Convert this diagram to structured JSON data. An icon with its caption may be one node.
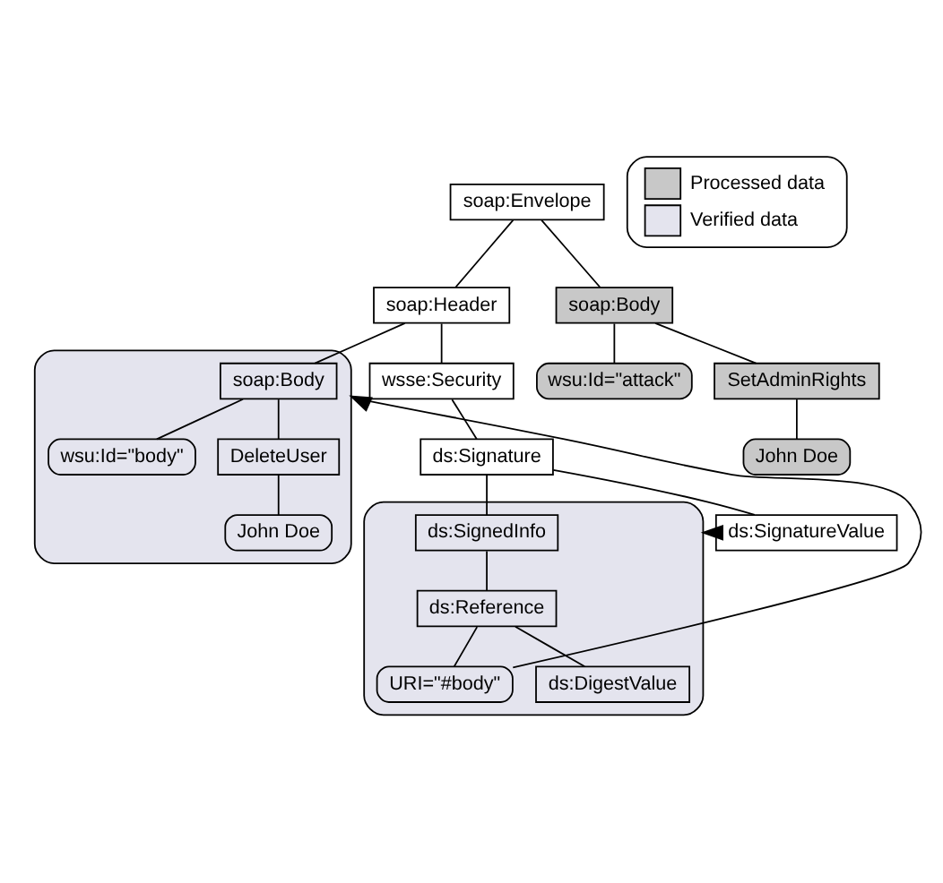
{
  "diagram": {
    "nodes": [
      {
        "text": [
          "soap:Envelope"
        ]
      },
      {
        "text": [
          "soap:Header"
        ]
      },
      {
        "text": [
          "wsse:Security"
        ]
      },
      {
        "text": [
          "ds:Signature"
        ]
      },
      {
        "text": [],
        "shape": "box"
      },
      {
        "text": [
          "ds:SignedInfo"
        ],
        "in": 4
      },
      {
        "text": [
          "ds:Reference"
        ],
        "in": 4
      },
      {
        "text": [
          "URI=\"#body\""
        ],
        "in": 4
      },
      {
        "text": [
          "ds:DigestValue"
        ],
        "in": 4
      },
      {
        "text": [
          "ds:SignatureValue"
        ]
      },
      {
        "text": [],
        "shape": "box"
      },
      {
        "text": [
          "soap:Body"
        ],
        "in": 10
      },
      {
        "text": [
          "wsu:Id=\"body\""
        ],
        "in": 10
      },
      {
        "text": [
          "DeleteUser"
        ],
        "in": 10
      },
      {
        "text": [
          "John Doe"
        ],
        "in": 10
      },
      {
        "text": [
          "soap:Body"
        ]
      },
      {
        "text": [
          "wsu:Id=\"attack\""
        ]
      },
      {
        "text": [
          "SetAdminRights"
        ]
      },
      {
        "text": [
          "John Doe"
        ]
      }
    ],
    "edges": [
      {
        "from": 0,
        "to": 1,
        "arrow": "none"
      },
      {
        "from": 1,
        "to": 2,
        "arrow": "none"
      },
      {
        "from": 2,
        "to": 3,
        "arrow": "none"
      },
      {
        "from": 3,
        "to": 5,
        "arrow": "none"
      },
      {
        "from": 5,
        "to": 6,
        "arrow": "none"
      },
      {
        "from": 6,
        "to": 7,
        "arrow": "none"
      },
      {
        "from": 6,
        "to": 8,
        "arrow": "none"
      },
      {
        "from": 3,
        "to": 9,
        "arrow": "none"
      },
      {
        "from": 1,
        "to": 11,
        "arrow": "none"
      },
      {
        "from": 11,
        "to": 12,
        "arrow": "none"
      },
      {
        "from": 11,
        "to": 13,
        "arrow": "none"
      },
      {
        "from": 13,
        "to": 14,
        "arrow": "none"
      },
      {
        "from": 0,
        "to": 15,
        "arrow": "none"
      },
      {
        "from": 15,
        "to": 16,
        "arrow": "none"
      },
      {
        "from": 15,
        "to": 17,
        "arrow": "none"
      },
      {
        "from": 17,
        "to": 18,
        "arrow": "none"
      },
      {
        "from": 7,
        "to": 10,
        "arrow": "to"
      },
      {
        "from": 9,
        "to": 4,
        "arrow": "to"
      }
    ],
    "legend": [
      {
        "text": "Processed data",
        "color": "#c8c8c8"
      },
      {
        "text": "Verified data"
      }
    ]
  }
}
